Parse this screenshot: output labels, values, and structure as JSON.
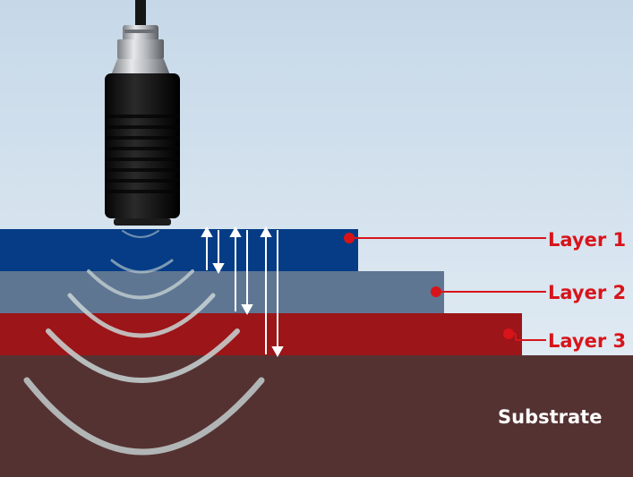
{
  "layers": [
    {
      "label": "Layer 1",
      "color": "#053c85"
    },
    {
      "label": "Layer 2",
      "color": "#5f7693"
    },
    {
      "label": "Layer 3",
      "color": "#9c1518"
    }
  ],
  "substrate": {
    "label": "Substrate",
    "color": "#553232"
  },
  "colors": {
    "sky_top": "#c6d8e8",
    "sky_bottom": "#e8f0f6",
    "leader": "#d8141b",
    "probe_body": "#111111",
    "probe_metal": "#b9bcc0",
    "wave": "#c9d6d6",
    "arrow": "#ffffff"
  },
  "icons": {
    "probe": "ultrasonic-probe-icon",
    "waves": "sound-wave-icon"
  }
}
